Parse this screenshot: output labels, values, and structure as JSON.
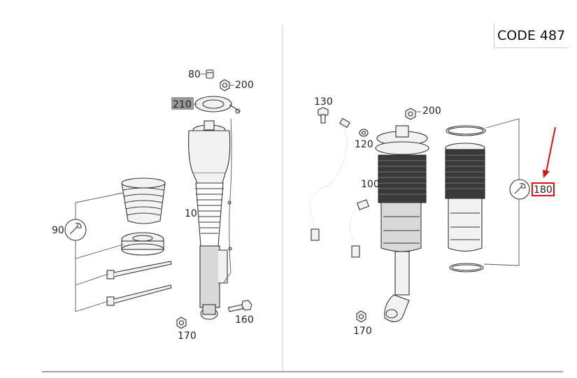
{
  "code_label": "CODE 487",
  "callouts": {
    "left_80": "80",
    "left_200": "200",
    "left_210": "210",
    "left_10": "10",
    "left_90": "90",
    "left_170": "170",
    "left_160": "160",
    "right_130": "130",
    "right_200": "200",
    "right_120": "120",
    "right_100": "100",
    "right_180": "180",
    "right_170": "170"
  },
  "colors": {
    "highlight_box": "#999999",
    "selection_box": "#dd1111",
    "arrow": "#dd1111",
    "divider": "#cccccc"
  },
  "icons": [
    "wrench-icon",
    "arrow-icon"
  ]
}
